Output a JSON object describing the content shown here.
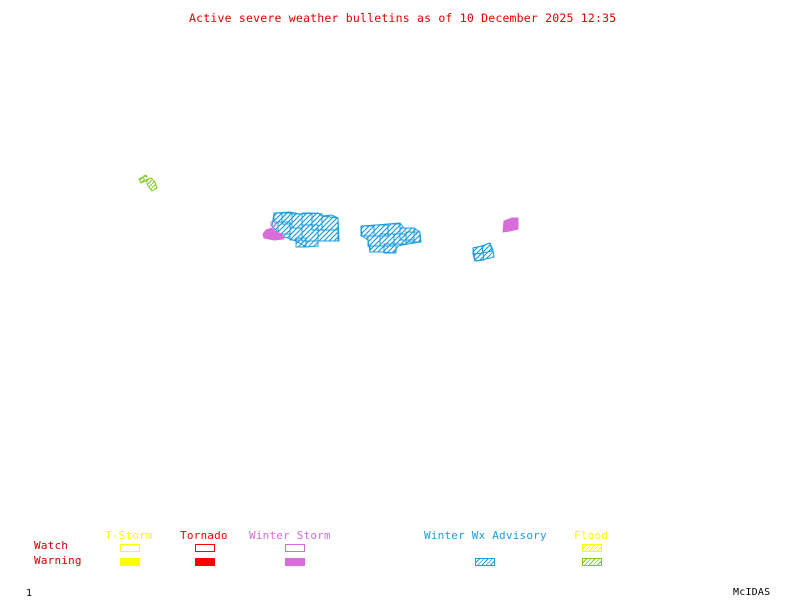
{
  "title": "Active severe weather bulletins as of 10 December 2025 12:35",
  "colors": {
    "title": "#e00000",
    "tstorm": "#ffff00",
    "tornado": "#ff0000",
    "winter_storm": "#d86cd8",
    "winter_wx_advisory": "#1c9cdc",
    "flood_watch": "#ffff00",
    "flood_warning": "#7ccc1c",
    "row_label": "#d00000",
    "footer": "#000000"
  },
  "legend": {
    "row_labels": {
      "watch": "Watch",
      "warning": "Warning"
    },
    "columns": [
      {
        "key": "tstorm",
        "label": "T-Storm",
        "watch": "outline",
        "warning": "fill"
      },
      {
        "key": "tornado",
        "label": "Tornado",
        "watch": "outline",
        "warning": "fill"
      },
      {
        "key": "winter_storm",
        "label": "Winter Storm",
        "watch": "outline",
        "warning": "fill"
      },
      {
        "key": "winter_wx_advisory",
        "label": "Winter Wx Advisory",
        "watch": null,
        "warning": "hatch"
      },
      {
        "key": "flood",
        "label": "Flood",
        "watch": "hatch",
        "warning": "hatch"
      }
    ]
  },
  "alerts": [
    {
      "type": "flood_warning",
      "region": "northwest",
      "style": "hatch"
    },
    {
      "type": "winter_wx_advisory",
      "region": "central-west",
      "style": "hatch"
    },
    {
      "type": "winter_storm_warning",
      "region": "central-west",
      "style": "fill"
    },
    {
      "type": "winter_wx_advisory",
      "region": "central",
      "style": "hatch"
    },
    {
      "type": "winter_wx_advisory",
      "region": "central-east",
      "style": "hatch"
    },
    {
      "type": "winter_storm_warning",
      "region": "northeast",
      "style": "fill"
    }
  ],
  "footer": {
    "frame_number": "1",
    "brand": "McIDAS"
  }
}
